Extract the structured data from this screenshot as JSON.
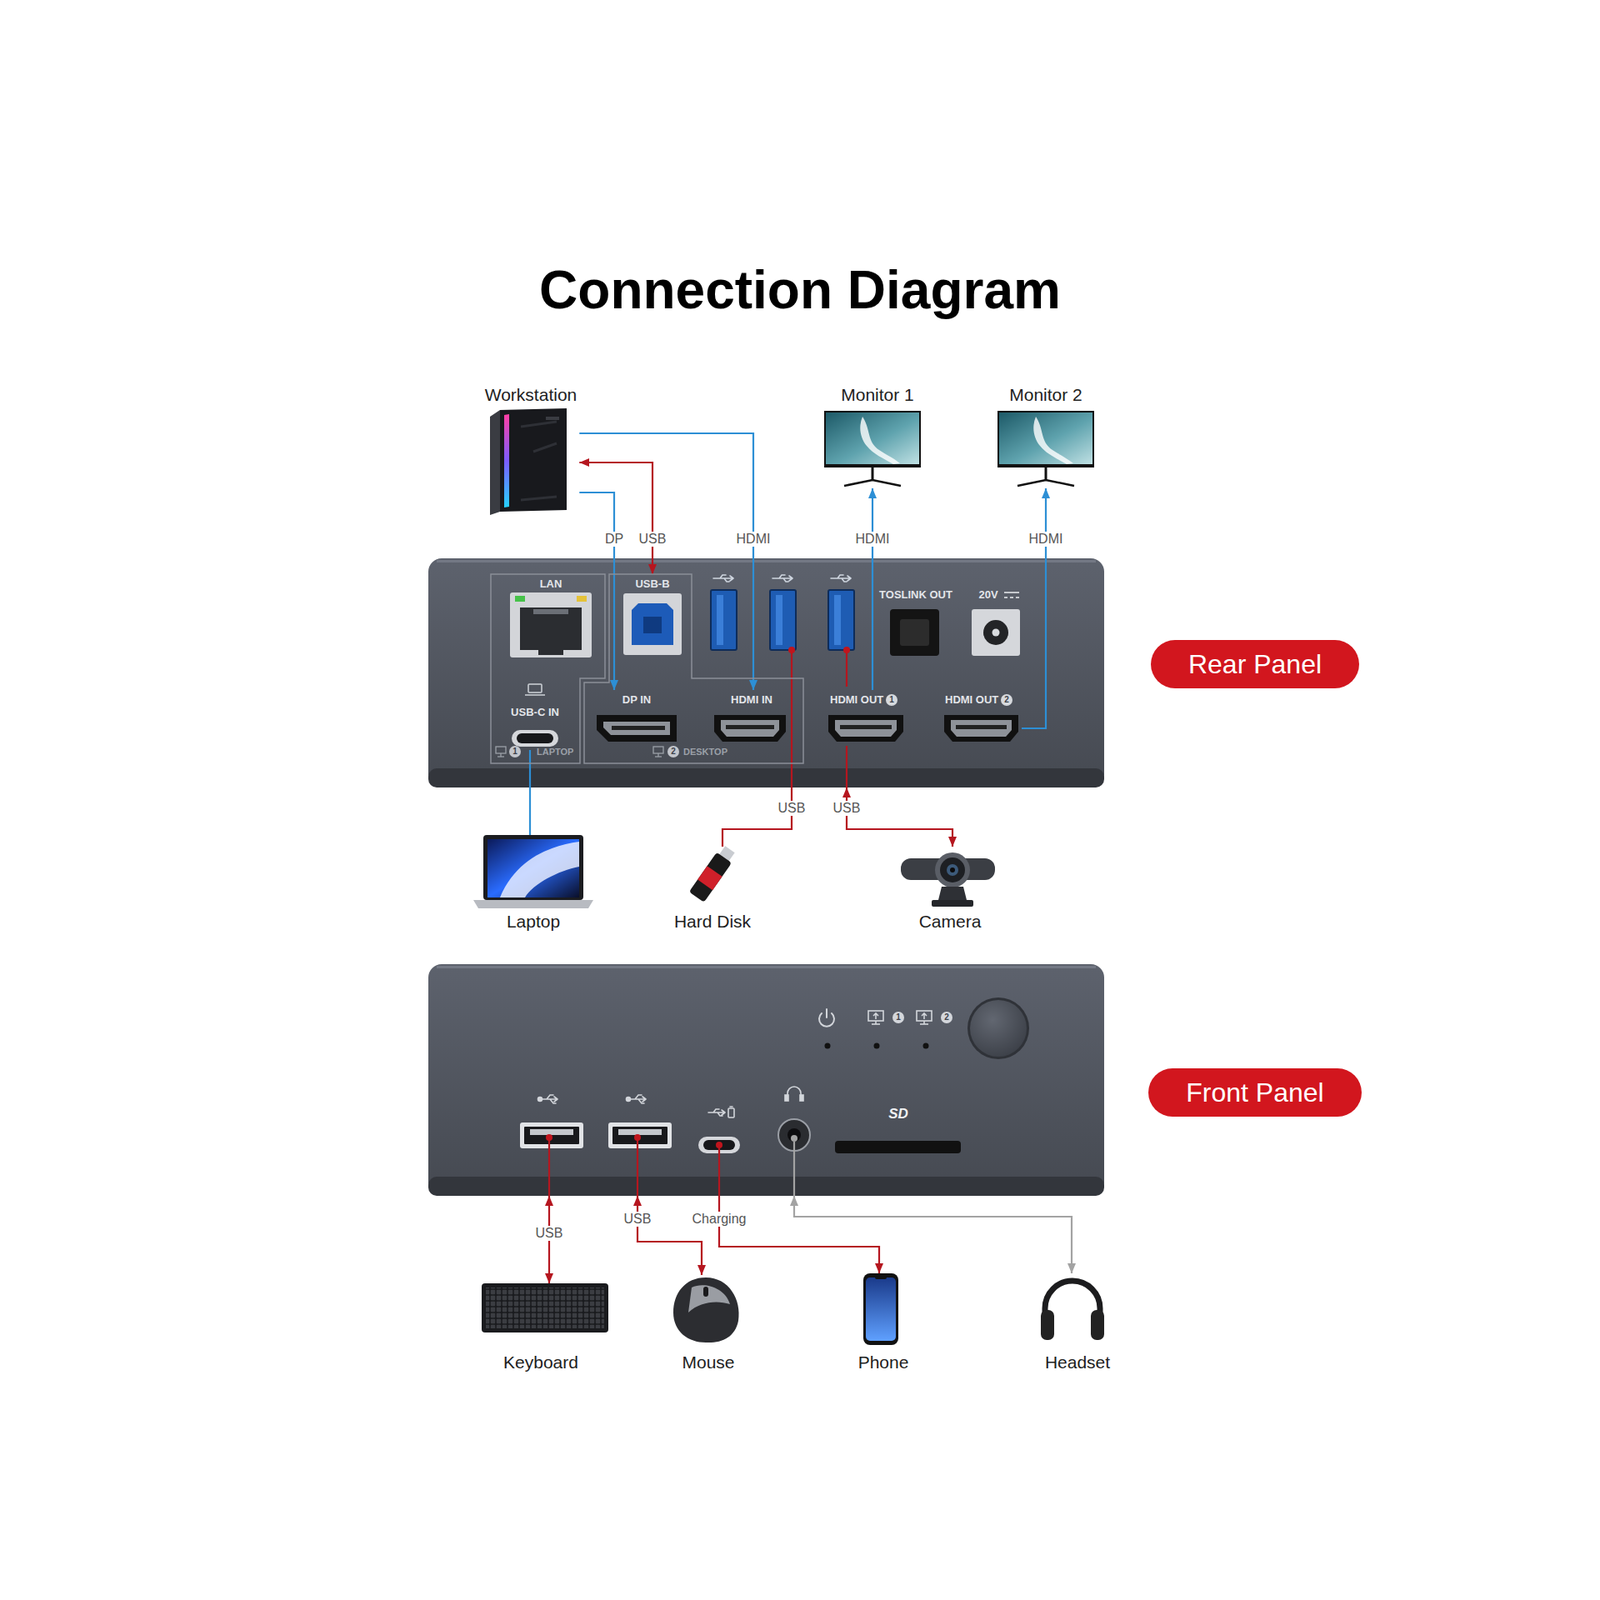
{
  "diagram": {
    "title": "Connection Diagram",
    "nodes": [
      {
        "text": [
          "Workstation"
        ]
      },
      {
        "text": [
          "Monitor 1"
        ]
      },
      {
        "text": [
          "Monitor 2"
        ]
      },
      {
        "text": [
          "Rear Panel"
        ]
      },
      {
        "text": [
          "1",
          "LAPTOP"
        ],
        "in": 3
      },
      {
        "text": [
          "LAN"
        ],
        "in": 4
      },
      {
        "text": [
          "USB-C IN"
        ],
        "in": 4
      },
      {
        "text": [
          "2",
          "DESKTOP"
        ],
        "in": 3
      },
      {
        "text": [
          "USB-B"
        ],
        "in": 7
      },
      {
        "text": [
          "DP IN"
        ],
        "in": 7
      },
      {
        "text": [
          "HDMI IN"
        ],
        "in": 7
      },
      {
        "text": [
          "TOSLINK OUT"
        ],
        "in": 3
      },
      {
        "text": [
          "20V"
        ],
        "in": 3
      },
      {
        "text": [
          "HDMI OUT",
          "1"
        ],
        "in": 3
      },
      {
        "text": [
          "HDMI OUT",
          "2"
        ],
        "in": 3
      },
      {
        "text": [
          "Laptop"
        ]
      },
      {
        "text": [
          "Hard Disk"
        ]
      },
      {
        "text": [
          "Camera"
        ]
      },
      {
        "text": [
          "Front Panel"
        ]
      },
      {
        "text": [
          "Keyboard"
        ]
      },
      {
        "text": [
          "Mouse"
        ]
      },
      {
        "text": [
          "Phone"
        ]
      },
      {
        "text": [
          "Headset"
        ]
      }
    ],
    "edges": [
      {
        "from": 0,
        "to": 9,
        "arrow": "to",
        "label": "DP"
      },
      {
        "from": 0,
        "to": 8,
        "arrow": "both",
        "label": "USB"
      },
      {
        "from": 0,
        "to": 10,
        "arrow": "to",
        "label": "HDMI"
      },
      {
        "from": 13,
        "to": 1,
        "arrow": "to",
        "label": "HDMI"
      },
      {
        "from": 14,
        "to": 2,
        "arrow": "to",
        "label": "HDMI"
      },
      {
        "from": 6,
        "to": 15,
        "arrow": "none"
      },
      {
        "from": 3,
        "to": 16,
        "arrow": "none",
        "label": "USB"
      },
      {
        "from": 3,
        "to": 17,
        "arrow": "both",
        "label": "USB"
      },
      {
        "from": 18,
        "to": 19,
        "arrow": "both",
        "label": "USB"
      },
      {
        "from": 18,
        "to": 20,
        "arrow": "both",
        "label": "USB"
      },
      {
        "from": 18,
        "to": 21,
        "arrow": "to",
        "label": "Charging"
      },
      {
        "from": 18,
        "to": 22,
        "arrow": "both"
      }
    ],
    "labels": [
      "1",
      "2",
      "SD"
    ]
  }
}
